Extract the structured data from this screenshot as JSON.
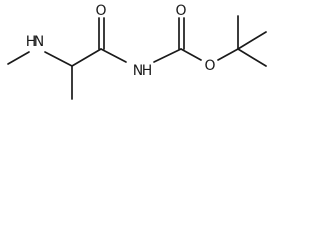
{
  "molecule": {
    "atoms": {
      "n_methyl": "H",
      "n_methyl_n": "N",
      "o_amide": "O",
      "nh_amide_n": "N",
      "nh_amide_h": "H",
      "o_carbonyl": "O",
      "o_ester": "O"
    },
    "colors": {
      "ink": "#1a1a1a",
      "background": "#ffffff"
    }
  }
}
